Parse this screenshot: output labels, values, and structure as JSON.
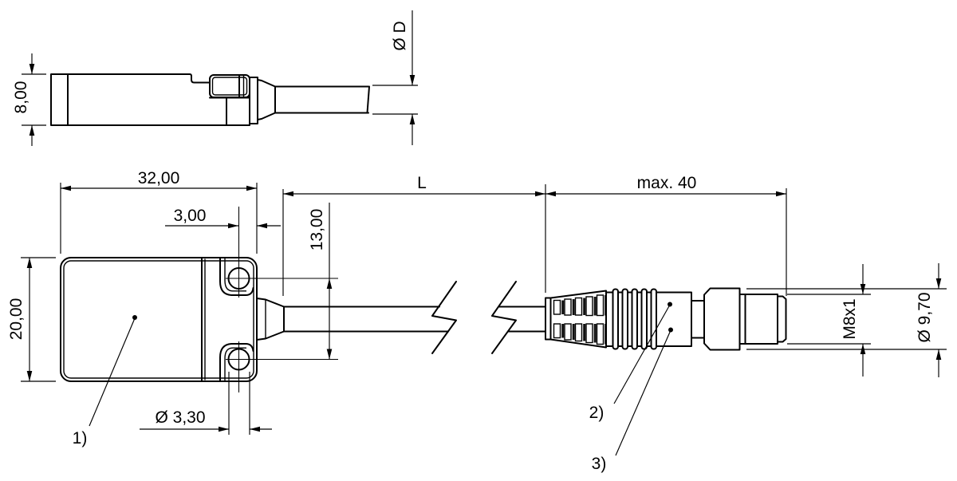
{
  "drawing": {
    "type": "technical-dimension-drawing",
    "colors": {
      "line": "#000000",
      "background": "#ffffff"
    },
    "dimensions": {
      "side_height": "8,00",
      "cable_diameter": "Ø D",
      "body_width": "32,00",
      "hole_offset": "3,00",
      "hole_spacing": "13,00",
      "body_height": "20,00",
      "hole_diameter": "Ø 3,30",
      "cable_length": "L",
      "connector_max_length": "max. 40",
      "thread_size": "M8x1",
      "connector_diameter": "Ø 9,70"
    },
    "callouts": {
      "one": "1)",
      "two": "2)",
      "three": "3)"
    }
  }
}
